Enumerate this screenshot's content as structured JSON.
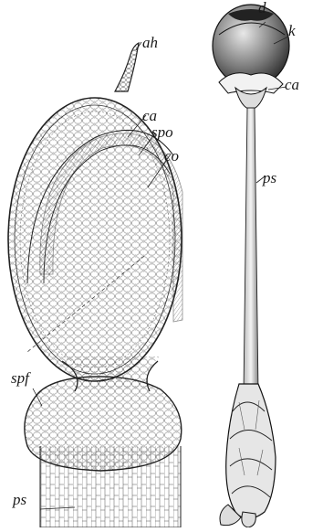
{
  "figure": {
    "labels": {
      "ah": "ah",
      "ca_left": "ca",
      "spo": "spo",
      "co": "co",
      "spf": "spf",
      "ps_left": "ps",
      "d": "d",
      "k": "k",
      "ca_right": "ca",
      "ps_right": "ps"
    }
  }
}
